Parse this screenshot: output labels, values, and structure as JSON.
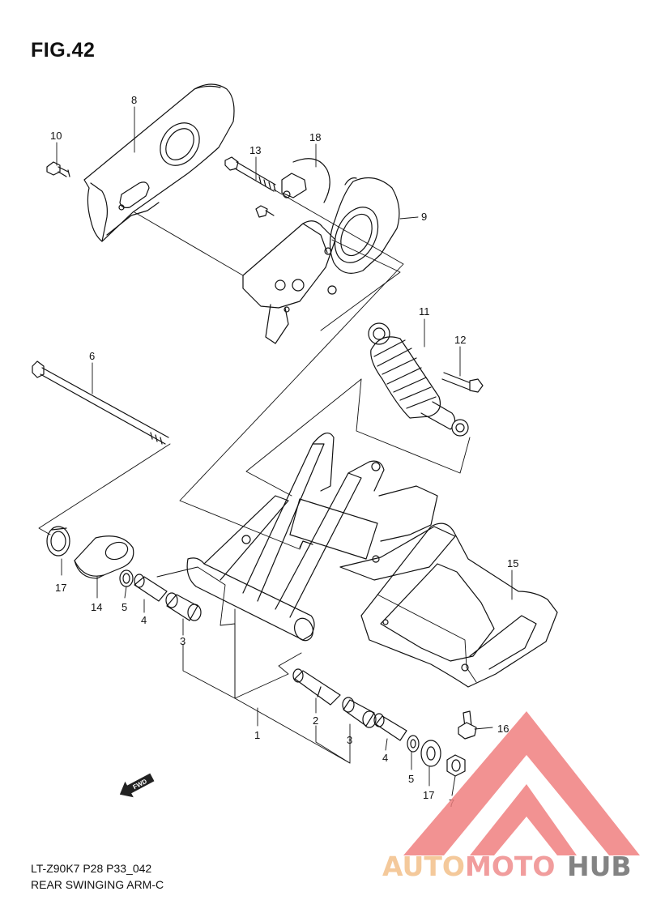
{
  "figure": {
    "title": "FIG.42"
  },
  "footer": {
    "model_code": "LT-Z90K7 P28 P33_042",
    "section_name": "REAR SWINGING ARM-C"
  },
  "callouts": [
    {
      "id": "c8",
      "label": "8"
    },
    {
      "id": "c10",
      "label": "10"
    },
    {
      "id": "c13",
      "label": "13"
    },
    {
      "id": "c18",
      "label": "18"
    },
    {
      "id": "c9",
      "label": "9"
    },
    {
      "id": "c11",
      "label": "11"
    },
    {
      "id": "c12",
      "label": "12"
    },
    {
      "id": "c6",
      "label": "6"
    },
    {
      "id": "c17a",
      "label": "17"
    },
    {
      "id": "c14",
      "label": "14"
    },
    {
      "id": "c5a",
      "label": "5"
    },
    {
      "id": "c4a",
      "label": "4"
    },
    {
      "id": "c3a",
      "label": "3"
    },
    {
      "id": "c15",
      "label": "15"
    },
    {
      "id": "c1",
      "label": "1"
    },
    {
      "id": "c2",
      "label": "2"
    },
    {
      "id": "c3b",
      "label": "3"
    },
    {
      "id": "c4b",
      "label": "4"
    },
    {
      "id": "c5b",
      "label": "5"
    },
    {
      "id": "c17b",
      "label": "17"
    },
    {
      "id": "c7",
      "label": "7"
    },
    {
      "id": "c16",
      "label": "16"
    }
  ],
  "direction_badge": {
    "text": "FWD"
  },
  "watermark": {
    "part1": "AUTO",
    "part2": "MOTO",
    "part3": "HUB",
    "color1": "#f3c08a",
    "color2": "#ef8d8d",
    "color3": "#6e6e6e",
    "triangle_color": "#f08080"
  }
}
